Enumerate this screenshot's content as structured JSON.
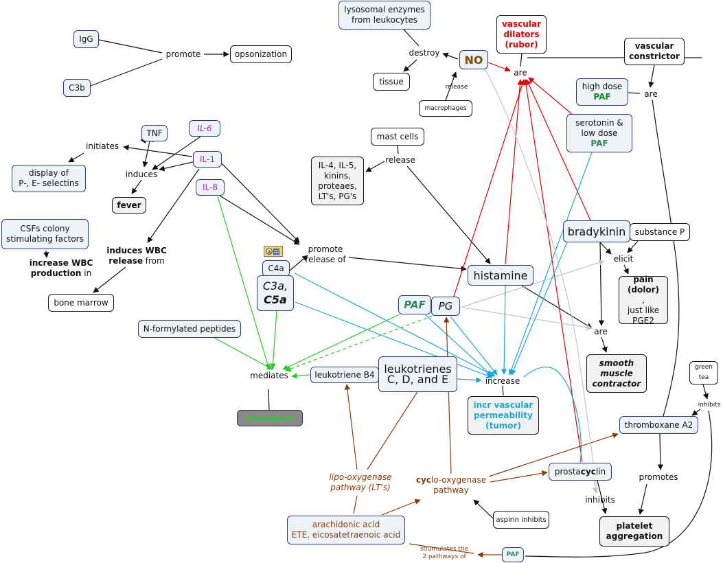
{
  "nodes": {
    "igg": "IgG",
    "c3b": "C3b",
    "promote": "promote",
    "opsonization": "opsonization",
    "lysosomal": "lysosomal enzymes\nfrom leukocytes",
    "destroy": "destroy",
    "tissue": "tissue",
    "no": "NO",
    "release_small": "release",
    "macrophages": "macrophages",
    "vasc_dilators": "vascular\ndilators\n(rubor)",
    "are_top": "are",
    "vasc_constrictor": "vascular\nconstrictor",
    "high_dose_a": "high dose",
    "high_dose_b": "PAF",
    "are_right": "are",
    "serotonin_a": "serotonin &\nlow dose",
    "serotonin_b": "PAF",
    "tnf": "TNF",
    "il6": "IL-6",
    "initiates": "initiates",
    "il1": "IL-1",
    "induces": "induces",
    "display_sel": "display of\nP-, E- selectins",
    "fever": "fever",
    "il8": "IL-8",
    "mast_cells": "mast cells",
    "release_mid": "release",
    "interleukins": "IL-4, IL-5,\nkinins,\nproteaes,\nLT's, PG's",
    "csfs": "CSFs colony\nstimulating factors",
    "increase_wbc_a": "increase WBC\nproduction",
    "increase_wbc_b": " in",
    "induces_wbc_a": "induces WBC\nrelease",
    "induces_wbc_b": " from",
    "bone_marrow": "bone marrow",
    "promote_release": "promote\nrelease of",
    "c4a": "C4a",
    "c3a": "C3a,",
    "c5a": "C5a",
    "bradykinin": "bradykinin",
    "substance_p": "substance P",
    "elicit": "elicit",
    "histamine": "histamine",
    "pain_a": "pain\n(dolor)",
    "pain_b": ",\njust like\nPGE2",
    "paf_mid": "PAF",
    "pg": "PG",
    "are_mid": "are",
    "smooth": "smooth\nmuscle\ncontractor",
    "n_formyl": "N-formylated peptides",
    "mediates": "mediates",
    "leukotriene_b4": "leukotriene B4",
    "leukotrienes_cde": "leukotrienes\nC, D, and E",
    "increase": "increase",
    "incr_vasc": "incr vascular\npermeability\n(tumor)",
    "green_tea": "green\ntea",
    "inhibits_top": "inhibits",
    "chemotaxis": "chemotaxis",
    "thromboxane": "thromboxane A2",
    "promotes": "promotes",
    "lipo": "lipo-oxygenase\npathway (LT's)",
    "cyclo_a": "cyc",
    "cyclo_b": "lo-oxygenase\npathway",
    "prostacyclin_a": "prosta",
    "prostacyclin_b": "cyc",
    "prostacyclin_c": "lin",
    "inhibits_bottom": "inhibits",
    "aspirin": "aspirin inhibits",
    "platelet": "platelet\naggregation",
    "arachidonic": "arachidonic acid\nETE, eicosatetraenoic acid",
    "stimulates": "stiumulates the\n2 pathways of",
    "paf_bottom": "PAF"
  },
  "colors": {
    "red": "#e00000",
    "green": "#0a8c14",
    "purple": "#9933cc",
    "cyan": "#19a9d6",
    "brown": "#8b3a06",
    "lime": "#22cc22",
    "gray": "#c4c4c4",
    "black": "#111111",
    "node_fill": "#eef3f8",
    "node_border": "#2b3a8a",
    "chemotaxis_fill": "#8a8a8a"
  },
  "icons": {
    "attachment": "resource-attachment-icon"
  }
}
